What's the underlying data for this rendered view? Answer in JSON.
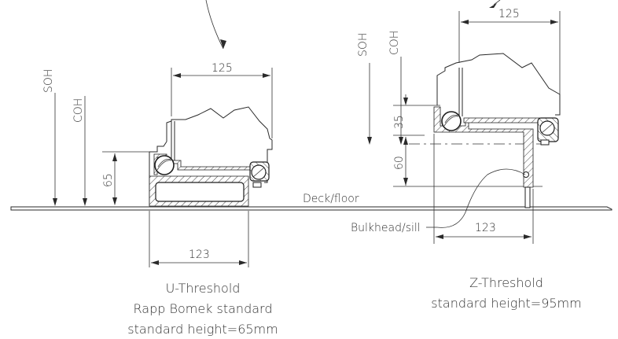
{
  "labels": {
    "deck_floor": "Deck/floor",
    "bulkhead_sill": "Bulkhead/sill"
  },
  "left_threshold": {
    "dim_width_top": "125",
    "dim_width_bottom": "123",
    "dim_height": "65",
    "soh": "SOH",
    "coh": "COH",
    "caption_line1": "U-Threshold",
    "caption_line2": "Rapp Bomek standard",
    "caption_line3": "standard height=65mm"
  },
  "right_threshold": {
    "dim_width_top": "125",
    "dim_width_bottom": "123",
    "dim_height_upper": "35",
    "dim_height_lower": "60",
    "soh": "SOH",
    "coh": "COH",
    "caption_line1": "Z-Threshold",
    "caption_line2": "standard height=95mm"
  }
}
